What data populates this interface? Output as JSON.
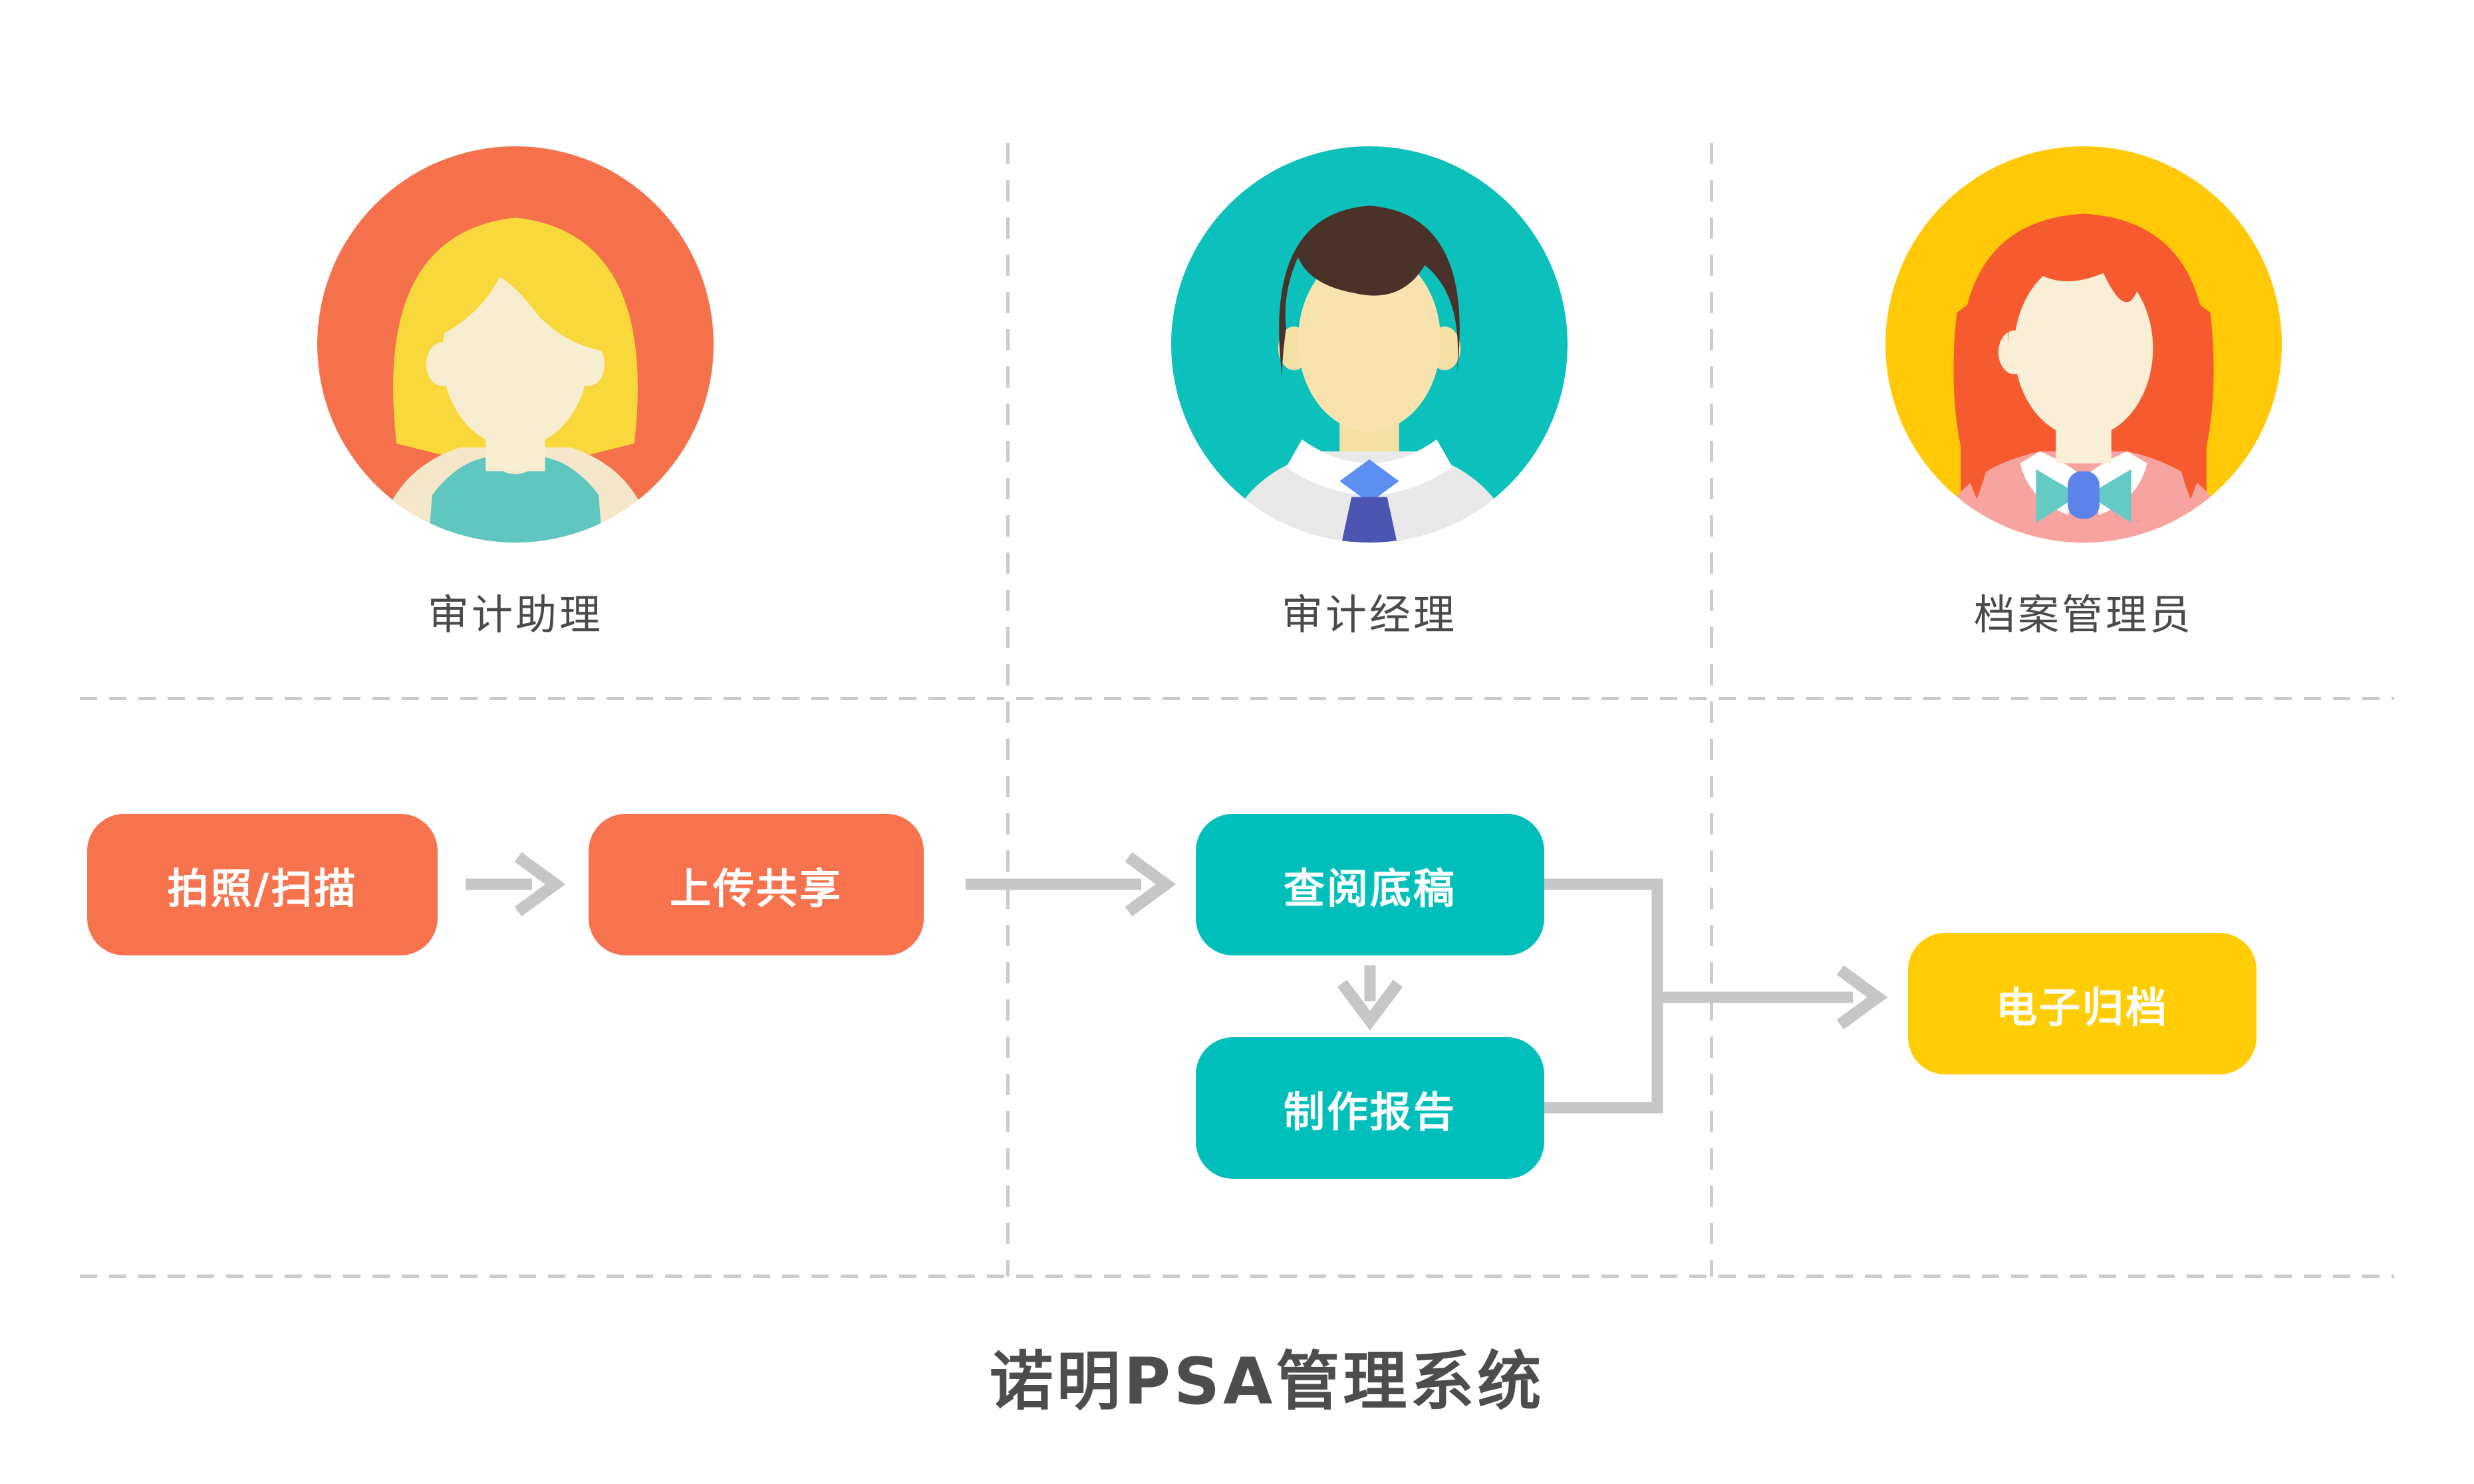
{
  "page": {
    "title": "诺明PSA管理系统",
    "background_color": "#FFFFFF"
  },
  "dividers": {
    "color": "#CBCBCB",
    "style": "dashed",
    "horizontal_count": 2,
    "vertical_count": 2
  },
  "roles": [
    {
      "label": "审计助理",
      "avatar_id": "blonde-person-teal-top",
      "avatar_bg_color": "#F4714C"
    },
    {
      "label": "审计经理",
      "avatar_id": "brown-hair-man-shirt-tie",
      "avatar_bg_color": "#00BFBB"
    },
    {
      "label": "档案管理员",
      "avatar_id": "red-hair-woman-pink-sweater",
      "avatar_bg_color": "#FFC907"
    }
  ],
  "flow": {
    "arrow_color": "#C6C6C6",
    "steps": [
      {
        "label": "拍照/扫描",
        "color": "#F7734D",
        "lane": "审计助理"
      },
      {
        "label": "上传共享",
        "color": "#F7734D",
        "lane": "审计助理"
      },
      {
        "label": "查阅底稿",
        "color": "#00BFBB",
        "lane": "审计经理"
      },
      {
        "label": "制作报告",
        "color": "#00BFBB",
        "lane": "审计经理"
      },
      {
        "label": "电子归档",
        "color": "#FFCD05",
        "lane": "档案管理员"
      }
    ],
    "connections": [
      "拍照/扫描 → 上传共享",
      "上传共享 → 查阅底稿",
      "查阅底稿 → 制作报告",
      "查阅底稿 + 制作报告 → 电子归档"
    ]
  }
}
